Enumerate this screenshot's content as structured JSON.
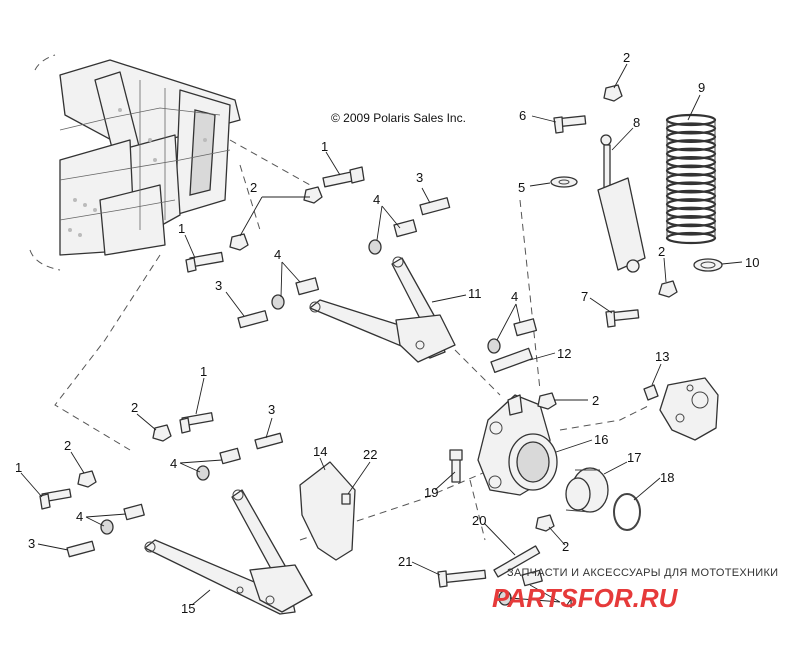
{
  "copyright": "© 2009 Polaris Sales Inc.",
  "watermark": {
    "subtitle": "ЗАПЧАСТИ И АКСЕССУАРЫ ДЛЯ МОТОТЕХНИКИ",
    "brand": "PARTSFOR.RU"
  },
  "callouts": [
    {
      "id": "c-2-top",
      "text": "2"
    },
    {
      "id": "c-9",
      "text": "9"
    },
    {
      "id": "c-6",
      "text": "6"
    },
    {
      "id": "c-8",
      "text": "8"
    },
    {
      "id": "c-1-upper",
      "text": "1"
    },
    {
      "id": "c-3-upper",
      "text": "3"
    },
    {
      "id": "c-2-upper",
      "text": "2"
    },
    {
      "id": "c-4-upper",
      "text": "4"
    },
    {
      "id": "c-5",
      "text": "5"
    },
    {
      "id": "c-1-mid",
      "text": "1"
    },
    {
      "id": "c-4-mid",
      "text": "4"
    },
    {
      "id": "c-2-shock",
      "text": "2"
    },
    {
      "id": "c-10",
      "text": "10"
    },
    {
      "id": "c-3-mid",
      "text": "3"
    },
    {
      "id": "c-11",
      "text": "11"
    },
    {
      "id": "c-4-right",
      "text": "4"
    },
    {
      "id": "c-7",
      "text": "7"
    },
    {
      "id": "c-12",
      "text": "12"
    },
    {
      "id": "c-13",
      "text": "13"
    },
    {
      "id": "c-1-low",
      "text": "1"
    },
    {
      "id": "c-2-knuckle",
      "text": "2"
    },
    {
      "id": "c-2-low",
      "text": "2"
    },
    {
      "id": "c-3-low",
      "text": "3"
    },
    {
      "id": "c-16",
      "text": "16"
    },
    {
      "id": "c-4-low",
      "text": "4"
    },
    {
      "id": "c-14",
      "text": "14"
    },
    {
      "id": "c-22",
      "text": "22"
    },
    {
      "id": "c-17",
      "text": "17"
    },
    {
      "id": "c-2-left",
      "text": "2"
    },
    {
      "id": "c-18",
      "text": "18"
    },
    {
      "id": "c-19",
      "text": "19"
    },
    {
      "id": "c-1-left",
      "text": "1"
    },
    {
      "id": "c-4-left",
      "text": "4"
    },
    {
      "id": "c-20",
      "text": "20"
    },
    {
      "id": "c-2-bottom",
      "text": "2"
    },
    {
      "id": "c-3-left",
      "text": "3"
    },
    {
      "id": "c-21",
      "text": "21"
    },
    {
      "id": "c-15",
      "text": "15"
    },
    {
      "id": "c-4-bottom",
      "text": "4"
    }
  ]
}
